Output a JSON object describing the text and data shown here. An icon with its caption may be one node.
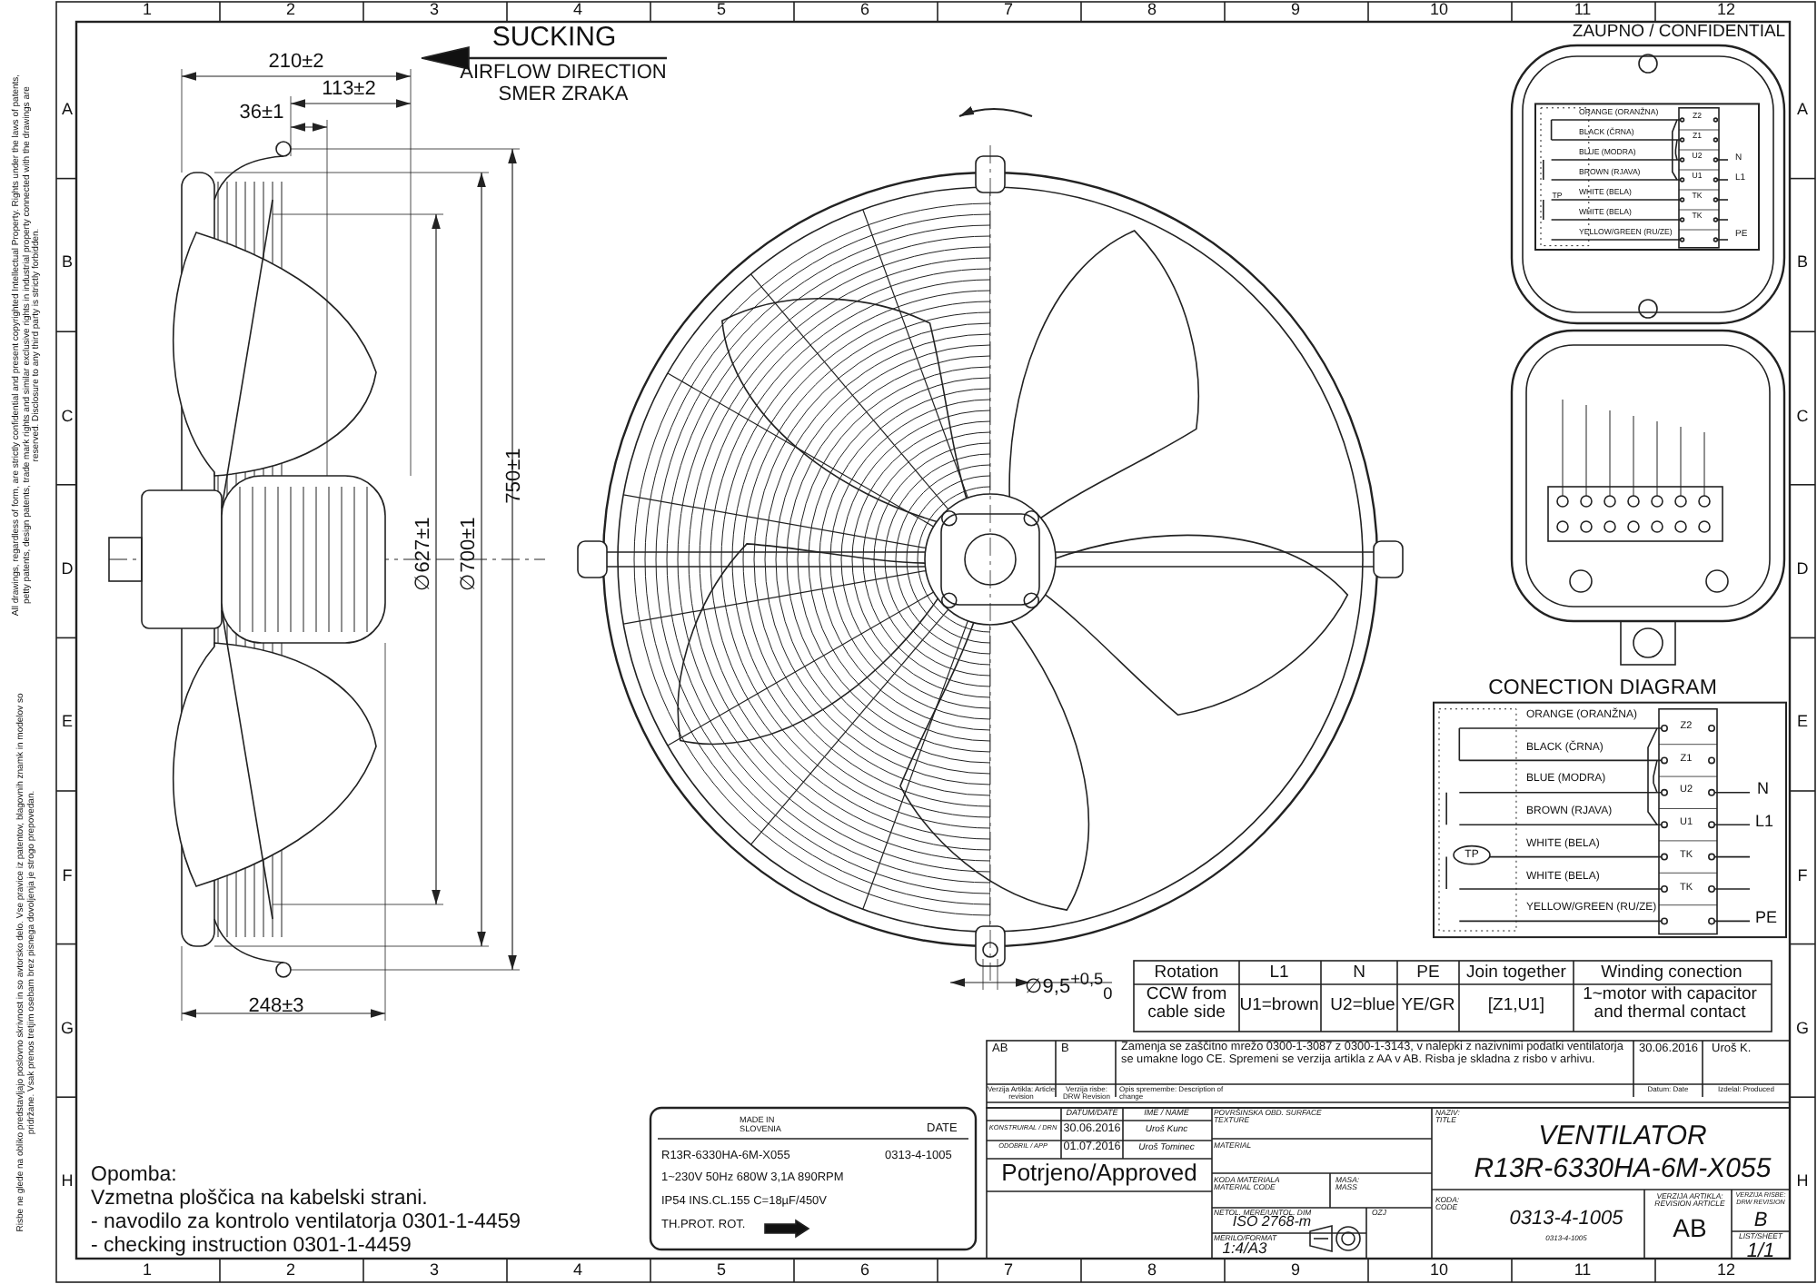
{
  "diagram": {
    "labels": [
      "1",
      "2",
      "3",
      "4",
      "5",
      "6",
      "7",
      "8",
      "9",
      "10",
      "11",
      "12",
      "A",
      "B",
      "C",
      "D",
      "E",
      "F",
      "G",
      "H",
      "A",
      "B",
      "C",
      "D",
      "E",
      "F",
      "G",
      "H",
      "1",
      "2",
      "3",
      "4",
      "5",
      "6",
      "7",
      "8",
      "9",
      "10",
      "11",
      "12",
      "SUCKING",
      "AIRFLOW DIRECTION",
      "SMER ZRAKA",
      "210±2",
      "113±2",
      "36±1",
      "∅627±1",
      "∅700±1",
      "750±1",
      "248±3",
      "∅9,5$^{+0,5}$$_{0}$",
      "ZAUPNO / CONFIDENTIAL",
      "ORANGE (ORANŽNA)",
      "BLACK (ČRNA)",
      "BLUE (MODRA)",
      "BROWN (RJAVA)",
      "WHITE (BELA)",
      "WHITE (BELA)",
      "YELLOW/GREEN (RU/ZE)",
      "Z2",
      "Z1",
      "U2",
      "U1",
      "TK",
      "TK",
      "TP",
      "N",
      "L1",
      "PE",
      "CONECTION DIAGRAM",
      "ORANGE (ORANŽNA)",
      "BLACK (ČRNA)",
      "BLUE (MODRA)",
      "BROWN (RJAVA)",
      "WHITE (BELA)",
      "WHITE (BELA)",
      "YELLOW/GREEN (RU/ZE)",
      "Z2",
      "Z1",
      "U2",
      "U1",
      "TK",
      "TK",
      "TP",
      "N",
      "L1",
      "PE",
      "Rotation",
      "L1",
      "N",
      "PE",
      "Join together",
      "Winding conection",
      "CCW from cable side",
      "U1=brown",
      "U2=blue",
      "YE/GR",
      "[Z1,U1]",
      "1~motor with capacitor and thermal contact",
      "AB",
      "B",
      "Zamenja se zaščitno mrežo 0300-1-3087 z 0300-1-3143, v nalepki z nazivnimi podatki ventilatorja se umakne logo CE. Spremeni se verzija artikla z AA v AB. Risba je skladna z risbo v arhivu.",
      "30.06.2016",
      "Uroš K.",
      "Verzija Artikla: Article revision",
      "Verzija risbe: DRW Revision",
      "Opis spremembe: Description of change",
      "Datum: Date",
      "Izdelal: Produced",
      "DATUM/DATE",
      "IME / NAME",
      "KONSTRUIRAL / DRN",
      "30.06.2016",
      "Uroš Kunc",
      "ODOBRIL / APP",
      "01.07.2016",
      "Uroš Tominec",
      "Potrjeno/Approved",
      "POVRŠINSKA OBD. SURFACE TEXTURE",
      "MATERIAL",
      "KODA MATERIALA MATERIAL CODE",
      "MASA: MASS",
      "NETOL. MERE/UNTOL. DIM",
      "ISO 2768-m",
      "OZJ",
      "MERILO/FORMAT",
      "1:4/A3",
      "NAZIV: TITLE",
      "VENTILATOR",
      "R13R-6330HA-6M-X055",
      "KODA: CODE",
      "0313-4-1005",
      "0313-4-1005",
      "VERZIJA ARTIKLA: REVISION ARTICLE",
      "AB",
      "VERZIJA RISBE: DRW REVISION",
      "B",
      "LIST/SHEET",
      "1/1",
      "MADE IN SLOVENIA",
      "DATE",
      "R13R-6330HA-6M-X055",
      "0313-4-1005",
      "1~230V 50Hz 680W 3,1A 890RPM",
      "IP54 INS.CL.155 C=18µF/450V",
      "TH.PROT. ROT.",
      "Opomba:",
      "Vzmetna ploščica na kabelski strani.",
      "- navodilo za kontrolo ventilatorja 0301-1-4459",
      "- checking instruction 0301-1-4459",
      "All drawings, regardless of form, are strictly confidential and present copyrighted Intellectual Property. Rights under the laws of patents, petty patents, design patents, trade mark rights and similar exclusive rights in industrial property connected with the drawings are reserved. Disclosure to any third party is strictly forbidden.",
      "Risbe ne glede na obliko predstavljajo poslovno skrivnost in so avtorsko delo. Vse pravice iz patentov, blagovnih znamk in modelov so pridržane. Vsak prenos tretjim osebam brez pisnega dovoljenja je strogo prepovedan."
    ]
  }
}
